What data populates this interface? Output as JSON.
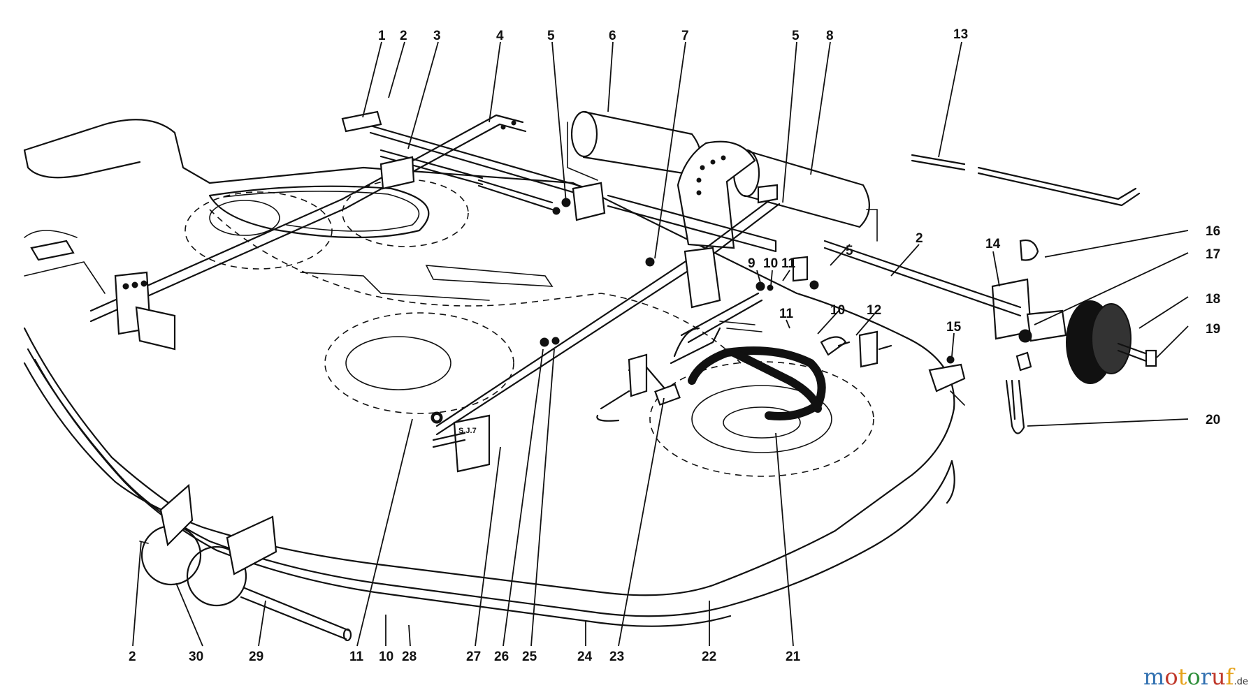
{
  "labels": {
    "l01": "1",
    "l02a": "2",
    "l03": "3",
    "l04": "4",
    "l05a": "5",
    "l06": "6",
    "l07": "7",
    "l05b": "5",
    "l08": "8",
    "l13": "13",
    "l02b": "2",
    "l05c": "5",
    "l14": "14",
    "l16": "16",
    "l17": "17",
    "l18": "18",
    "l19": "19",
    "l20": "20",
    "l15": "15",
    "l09": "9",
    "l10a": "10",
    "l11a": "11",
    "l11b": "11",
    "l10b": "10",
    "l12": "12",
    "b02": "2",
    "b30": "30",
    "b29": "29",
    "b11": "11",
    "b10": "10",
    "b28": "28",
    "b27": "27",
    "b26": "26",
    "b25": "25",
    "b24": "24",
    "b23": "23",
    "b22": "22",
    "b21": "21"
  },
  "watermark": {
    "letters": [
      "m",
      "o",
      "t",
      "o",
      "r",
      "u",
      "f"
    ],
    "letter_colors": [
      "#2f6fb0",
      "#c0392b",
      "#e6a21a",
      "#2f8f3a",
      "#2f6fb0",
      "#c0392b",
      "#e6a21a"
    ],
    "suffix": ".de"
  }
}
